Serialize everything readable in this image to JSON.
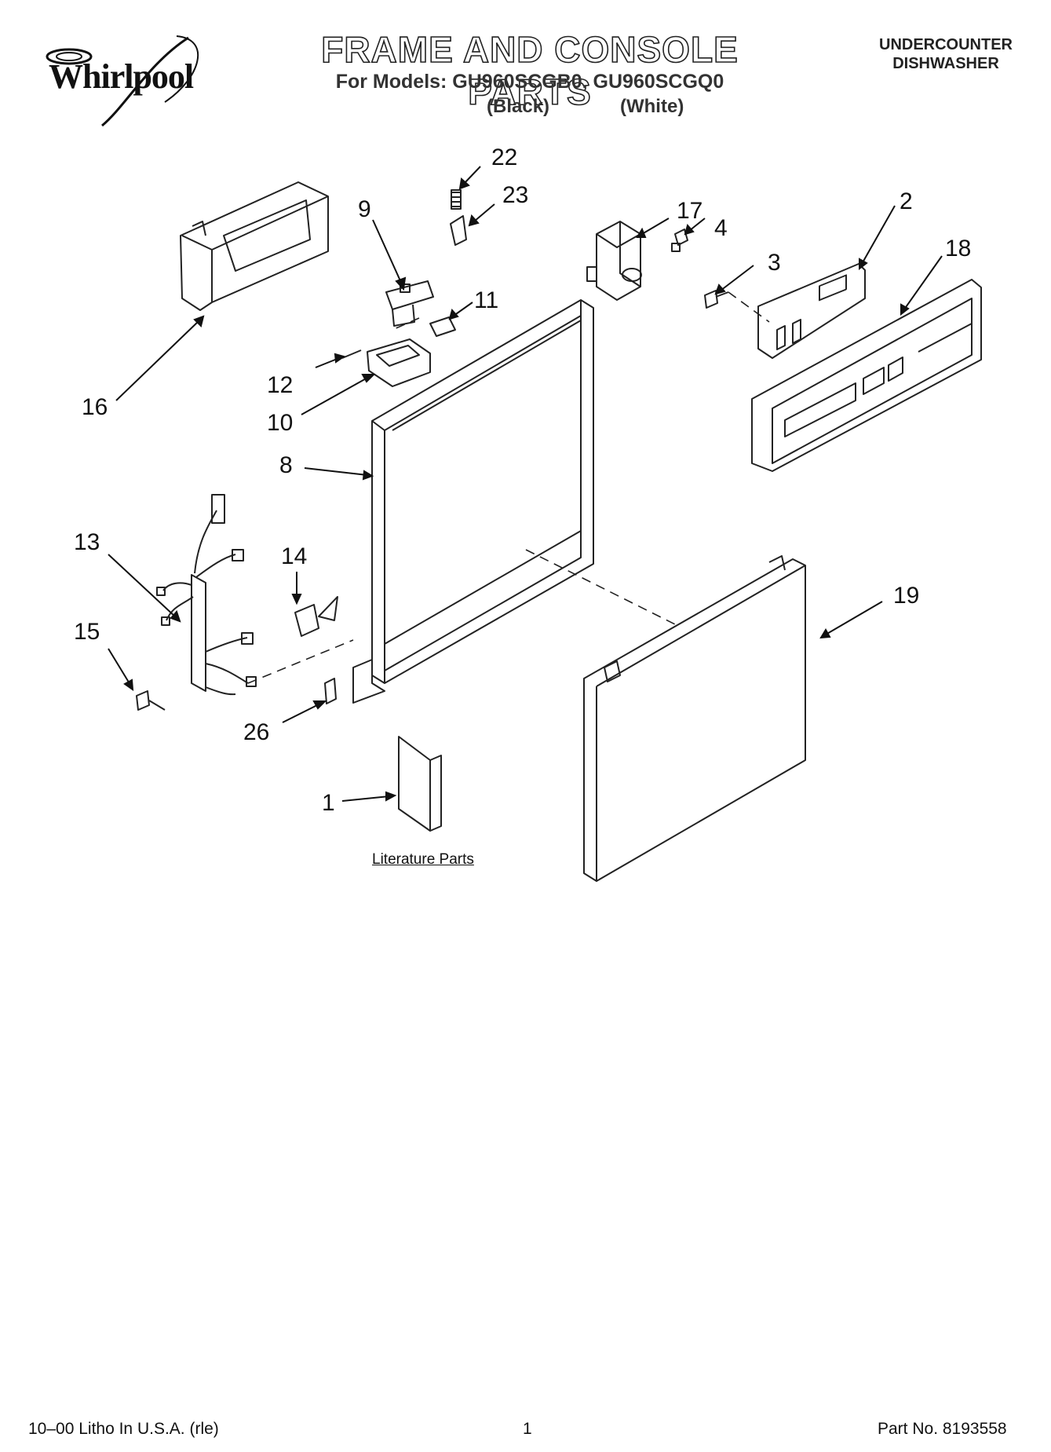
{
  "header": {
    "logo": "Whirlpool",
    "title": "FRAME AND CONSOLE PARTS",
    "models_line": "For Models: GU960SCGB0, GU960SCGQ0",
    "color_black": "(Black)",
    "color_white": "(White)",
    "appliance_type": [
      "UNDERCOUNTER",
      "DISHWASHER"
    ]
  },
  "callouts": [
    "22",
    "23",
    "9",
    "17",
    "4",
    "2",
    "18",
    "3",
    "11",
    "12",
    "16",
    "10",
    "8",
    "13",
    "14",
    "15",
    "19",
    "26",
    "1"
  ],
  "literature_label": "Literature Parts",
  "footer": {
    "litho": "10–00 Litho In U.S.A. (rle)",
    "page": "1",
    "part_no": "Part No. 8193558"
  }
}
